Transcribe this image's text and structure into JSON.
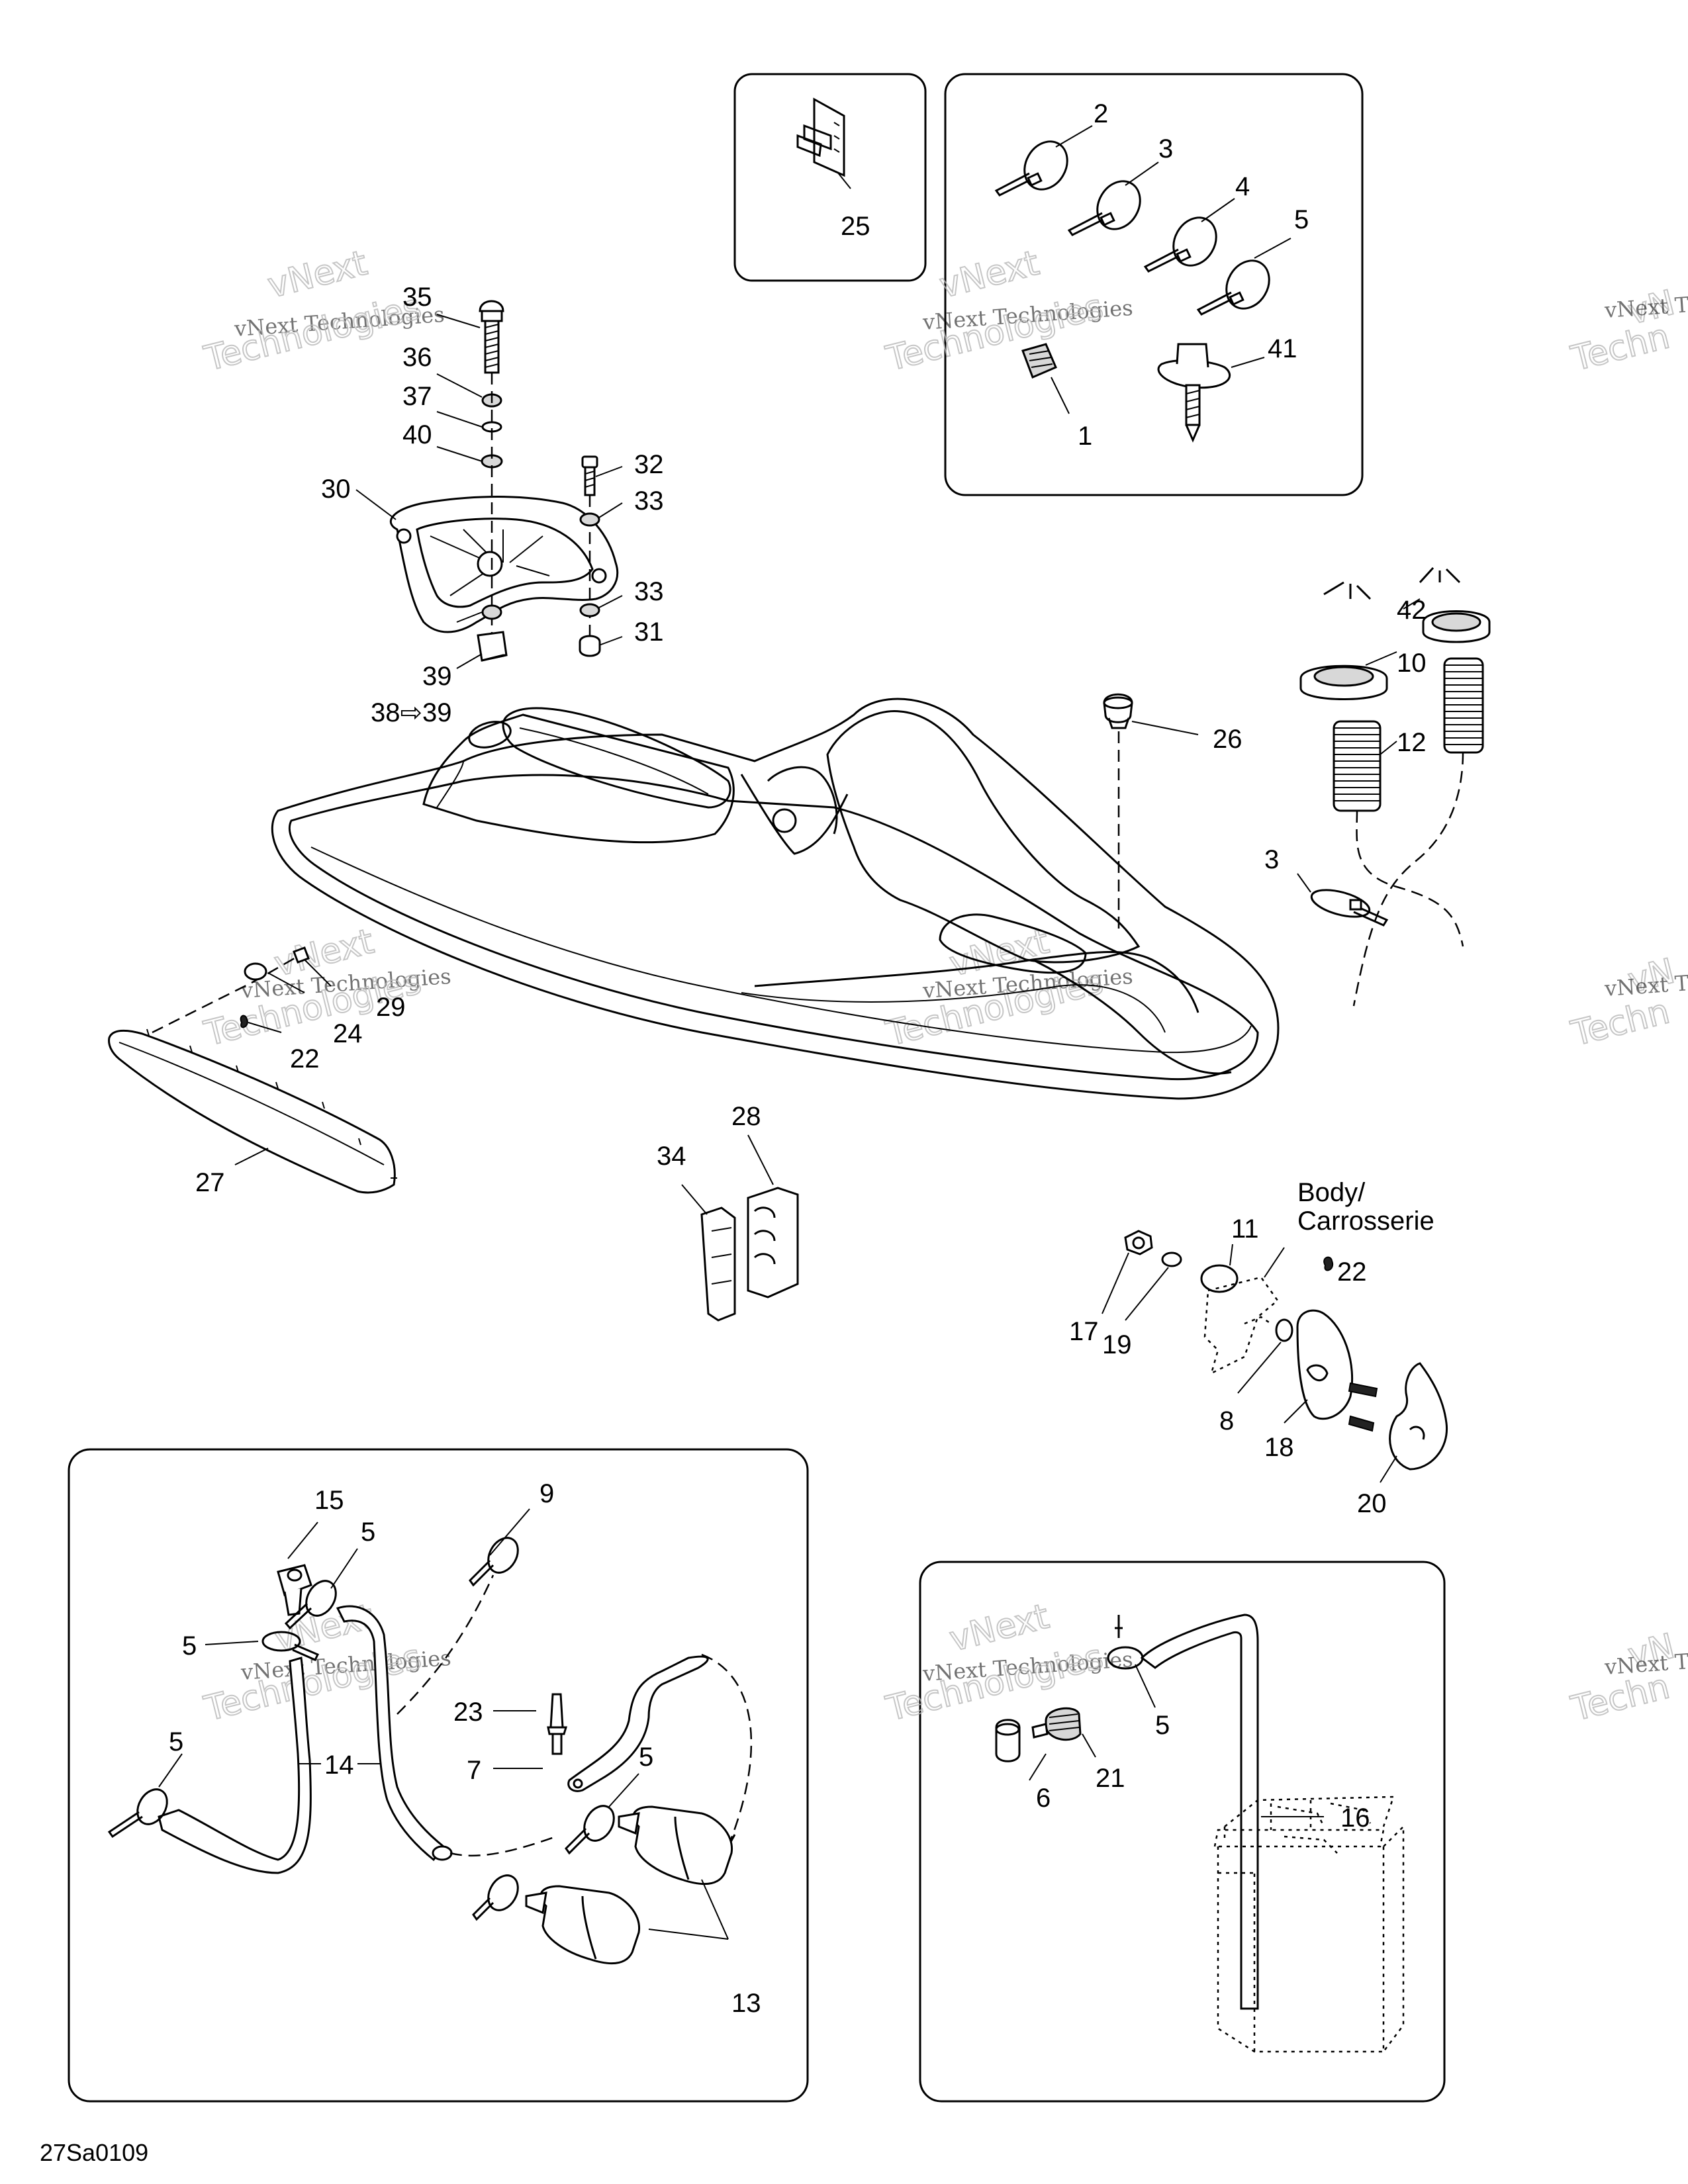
{
  "diagram_code": "27Sa0109",
  "watermark": {
    "line1": "vNext",
    "line2": "vNext Technologies",
    "line3": "Technologies",
    "partial1": "vN",
    "partial2": "vNext Te",
    "partial3": "Techn"
  },
  "body_note": {
    "line1": "Body/",
    "line2": "Carrosserie",
    "ref": "22"
  },
  "callouts": {
    "c1": "1",
    "c2": "2",
    "c3": "3",
    "c3b": "3",
    "c4": "4",
    "c5": "5",
    "c5b": "5",
    "c5c": "5",
    "c5d": "5",
    "c5e": "5",
    "c5f": "5",
    "c6": "6",
    "c7": "7",
    "c8": "8",
    "c9": "9",
    "c10": "10",
    "c11": "11",
    "c12": "12",
    "c13": "13",
    "c14": "14",
    "c15": "15",
    "c16": "16",
    "c17": "17",
    "c18": "18",
    "c19": "19",
    "c20": "20",
    "c21": "21",
    "c22": "22",
    "c23": "23",
    "c24": "24",
    "c25": "25",
    "c26": "26",
    "c27": "27",
    "c28": "28",
    "c29": "29",
    "c30": "30",
    "c31": "31",
    "c32": "32",
    "c33": "33",
    "c33b": "33",
    "c34": "34",
    "c35": "35",
    "c36": "36",
    "c37": "37",
    "c38": "38⇨39",
    "c39": "39",
    "c40": "40",
    "c41": "41",
    "c42": "42"
  }
}
